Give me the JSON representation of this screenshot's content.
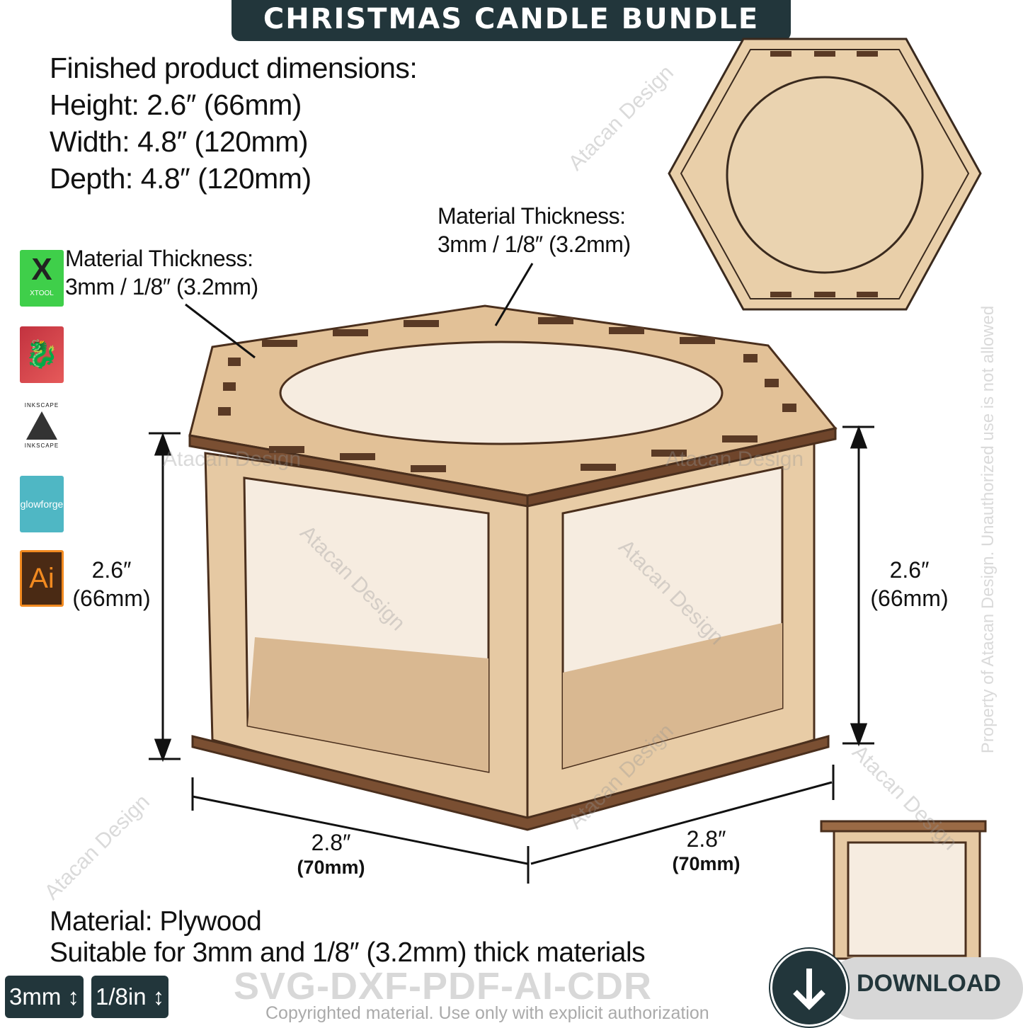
{
  "header": {
    "title": "CHRISTMAS CANDLE BUNDLE"
  },
  "dimensions": {
    "heading": "Finished product dimensions:",
    "height": "Height: 2.6″ (66mm)",
    "width": "Width: 4.8″ (120mm)",
    "depth": "Depth: 4.8″ (120mm)"
  },
  "callouts": {
    "thickness_left_title": "Material Thickness:",
    "thickness_left_value": "3mm / 1/8″ (3.2mm)",
    "thickness_top_title": "Material Thickness:",
    "thickness_top_value": "3mm / 1/8″ (3.2mm)",
    "height_left_in": "2.6″",
    "height_left_mm": "(66mm)",
    "height_right_in": "2.6″",
    "height_right_mm": "(66mm)",
    "side_left_in": "2.8″",
    "side_left_mm": "(70mm)",
    "side_right_in": "2.8″",
    "side_right_mm": "(70mm)"
  },
  "material": {
    "line1": "Material: Plywood",
    "line2": "Suitable for 3mm and 1/8″ (3.2mm) thick materials"
  },
  "badges": [
    "3mm",
    "1/8in"
  ],
  "formats": "SVG-DXF-PDF-AI-CDR",
  "copyright": "Copyrighted material. Use only with explicit authorization",
  "download": {
    "label": "DOWNLOAD"
  },
  "software": [
    {
      "name": "xtool-icon",
      "label": "XTOOL"
    },
    {
      "name": "lightburn-icon"
    },
    {
      "name": "inkscape-icon",
      "label": "INKSCAPE"
    },
    {
      "name": "glowforge-icon",
      "label": "glowforge"
    },
    {
      "name": "illustrator-icon",
      "label": "Ai"
    }
  ],
  "watermarks": {
    "brand": "Atacan Design",
    "side": "Property of Atacan Design. Unauthorized use is not allowed"
  },
  "colors": {
    "dark": "#22363b",
    "wood": "#e6c9a3",
    "wood_dark": "#7a4f32",
    "download_pill": "#d7d7d7"
  }
}
